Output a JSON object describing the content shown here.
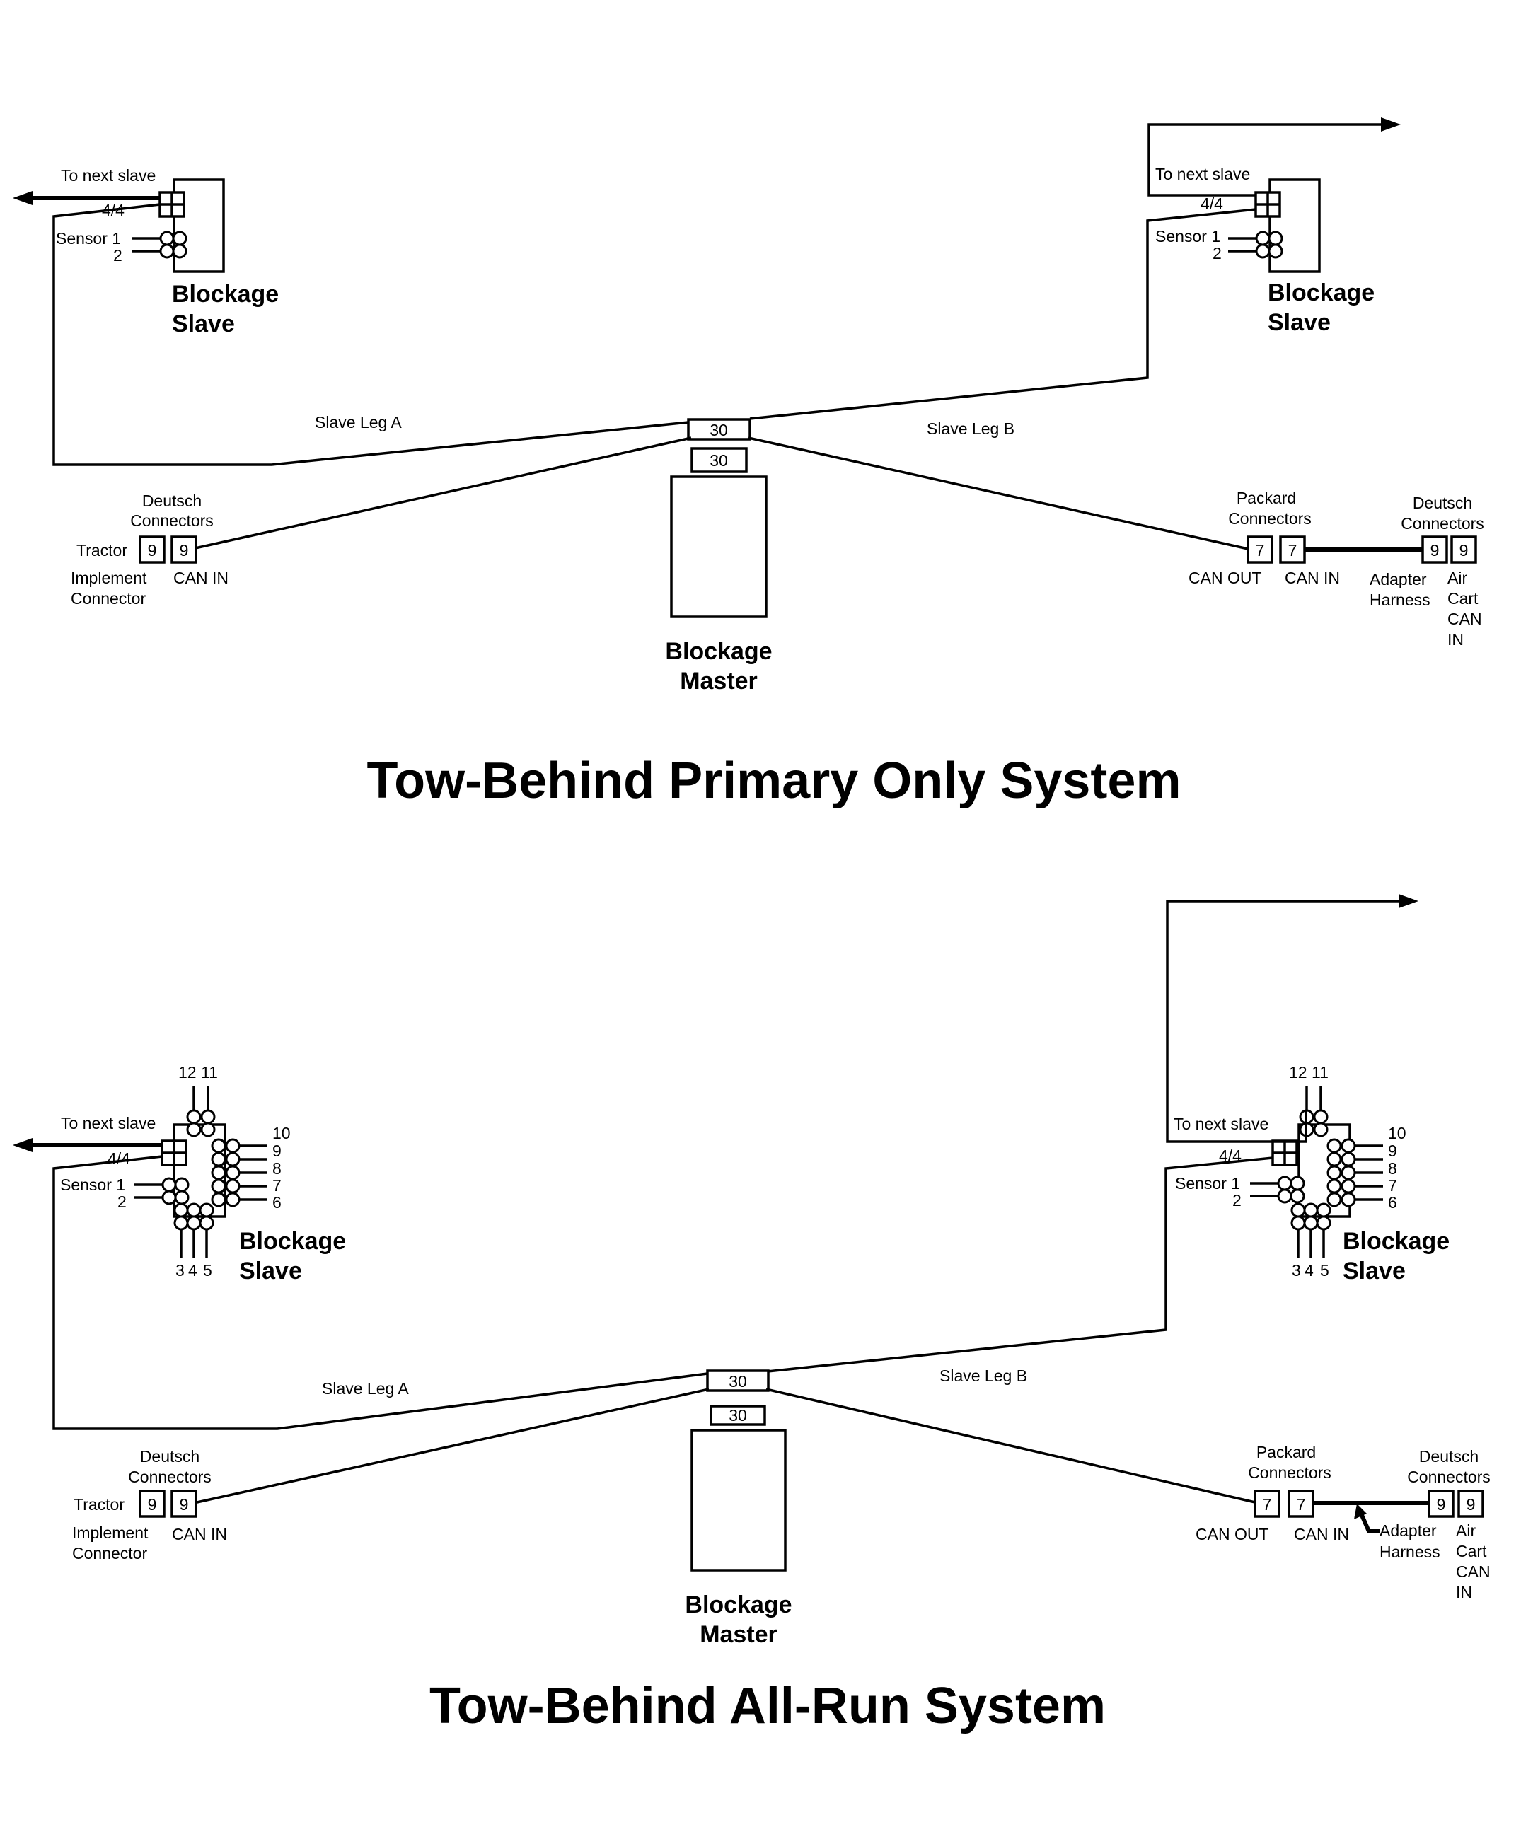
{
  "labels": {
    "to_next_slave": "To next slave",
    "four_four": "4/4",
    "sensor_1": "Sensor 1",
    "two": "2",
    "blockage": "Blockage",
    "slave": "Slave",
    "master": "Master",
    "slave_leg_a": "Slave Leg A",
    "slave_leg_b": "Slave Leg B",
    "thirty": "30",
    "deutsch": "Deutsch",
    "connectors": "Connectors",
    "packard": "Packard",
    "tractor": "Tractor",
    "nine": "9",
    "seven": "7",
    "implement": "Implement",
    "connector": "Connector",
    "can_in": "CAN IN",
    "can_out": "CAN OUT",
    "adapter": "Adapter",
    "harness": "Harness",
    "air": "Air",
    "cart": "Cart",
    "can": "CAN",
    "in": "IN"
  },
  "all_run_pins": {
    "top": [
      "12",
      "11"
    ],
    "right": [
      "10",
      "9",
      "8",
      "7",
      "6"
    ],
    "bottom": [
      "3",
      "4",
      "5"
    ]
  },
  "titles": {
    "top": "Tow-Behind Primary Only System",
    "bottom": "Tow-Behind All-Run System"
  }
}
